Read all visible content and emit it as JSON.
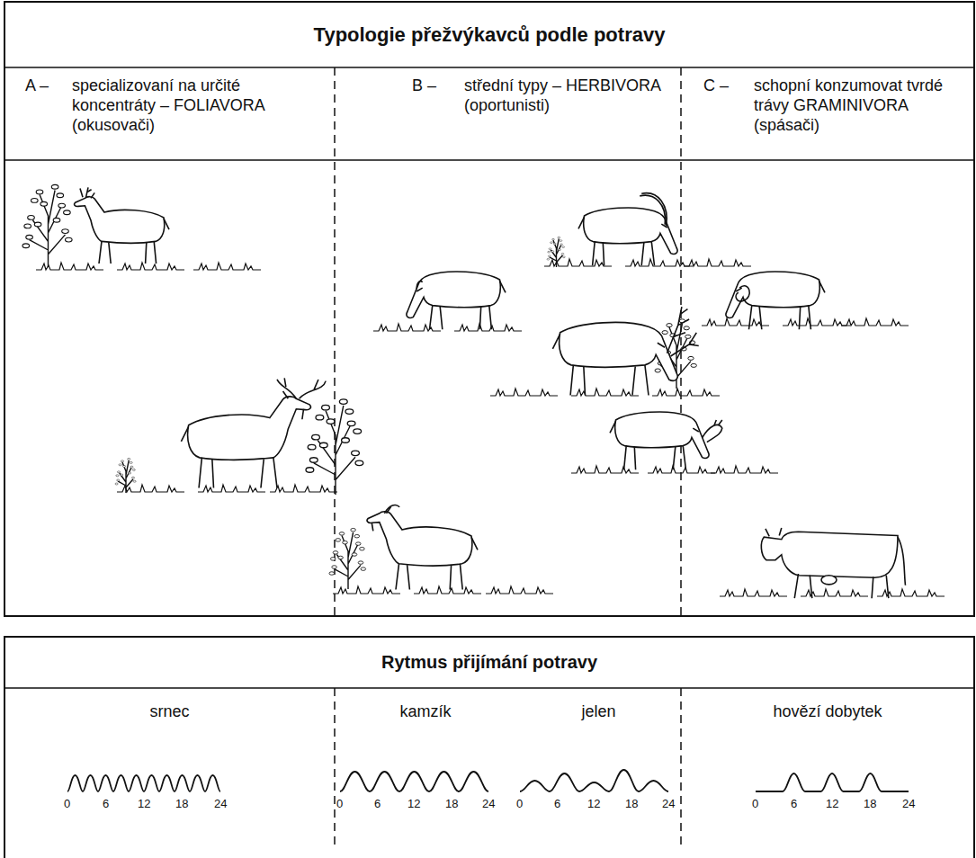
{
  "diagram": {
    "nodes": [
      {
        "text": [
          "Typologie přežvýkavců podle potravy"
        ]
      },
      {
        "text": [
          "A –",
          "specializovaní na určité koncentráty – FOLIAVORA (okusovači)"
        ]
      },
      {
        "text": [
          "B –",
          "střední typy – HERBIVORA (oportunisti)"
        ]
      },
      {
        "text": [
          "C –",
          "schopní konzumovat tvrdé trávy GRAMINIVORA (spásači)"
        ]
      },
      {
        "text": [
          "Rytmus přijímání potravy"
        ]
      },
      {
        "text": [
          "srnec"
        ]
      },
      {
        "text": [
          "kamzík",
          "jelen"
        ]
      },
      {
        "text": [
          "hovězí dobytek"
        ]
      }
    ],
    "labels": [
      "0",
      "6",
      "12",
      "18",
      "24",
      "0",
      "6",
      "12",
      "18",
      "24",
      "0",
      "6",
      "12",
      "18",
      "24",
      "0",
      "6",
      "12",
      "18",
      "24"
    ]
  }
}
